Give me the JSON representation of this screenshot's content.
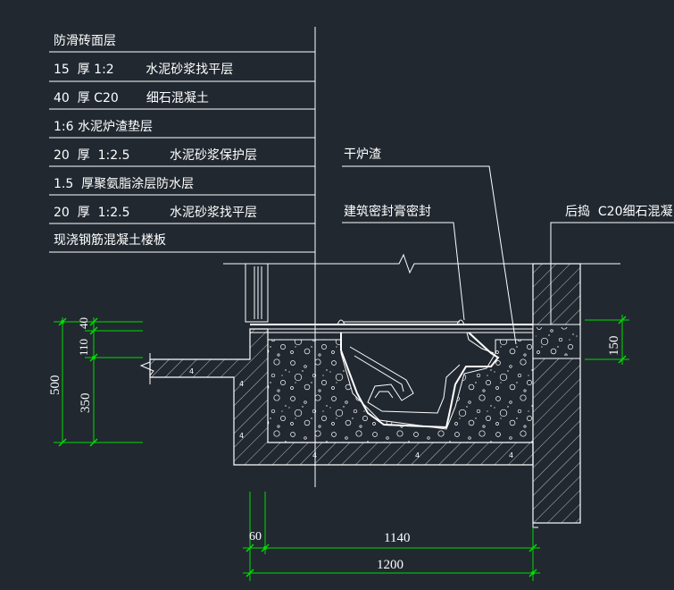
{
  "layers": [
    "防滑砖面层",
    "15  厚 1:2        水泥砂浆找平层",
    "40  厚 C20       细石混凝土",
    "1:6 水泥炉渣垫层",
    "20  厚  1:2.5          水泥砂浆保护层",
    "1.5  厚聚氨脂涂层防水层",
    "20  厚  1:2.5          水泥砂浆找平层",
    "现浇钢筋混凝土楼板"
  ],
  "callouts": {
    "slag": "干炉渣",
    "sealant": "建筑密封膏密封",
    "backfill": "后捣  C20细石混凝"
  },
  "dimensions": {
    "left_total": "500",
    "left_top": "40",
    "left_mid": "110",
    "left_bottom": "350",
    "right": "150",
    "bottom_small": "60",
    "bottom_inner": "1140",
    "bottom_total": "1200"
  },
  "colors": {
    "background": "#212830",
    "lines": "#ffffff",
    "dimensions": "#00dd00"
  }
}
